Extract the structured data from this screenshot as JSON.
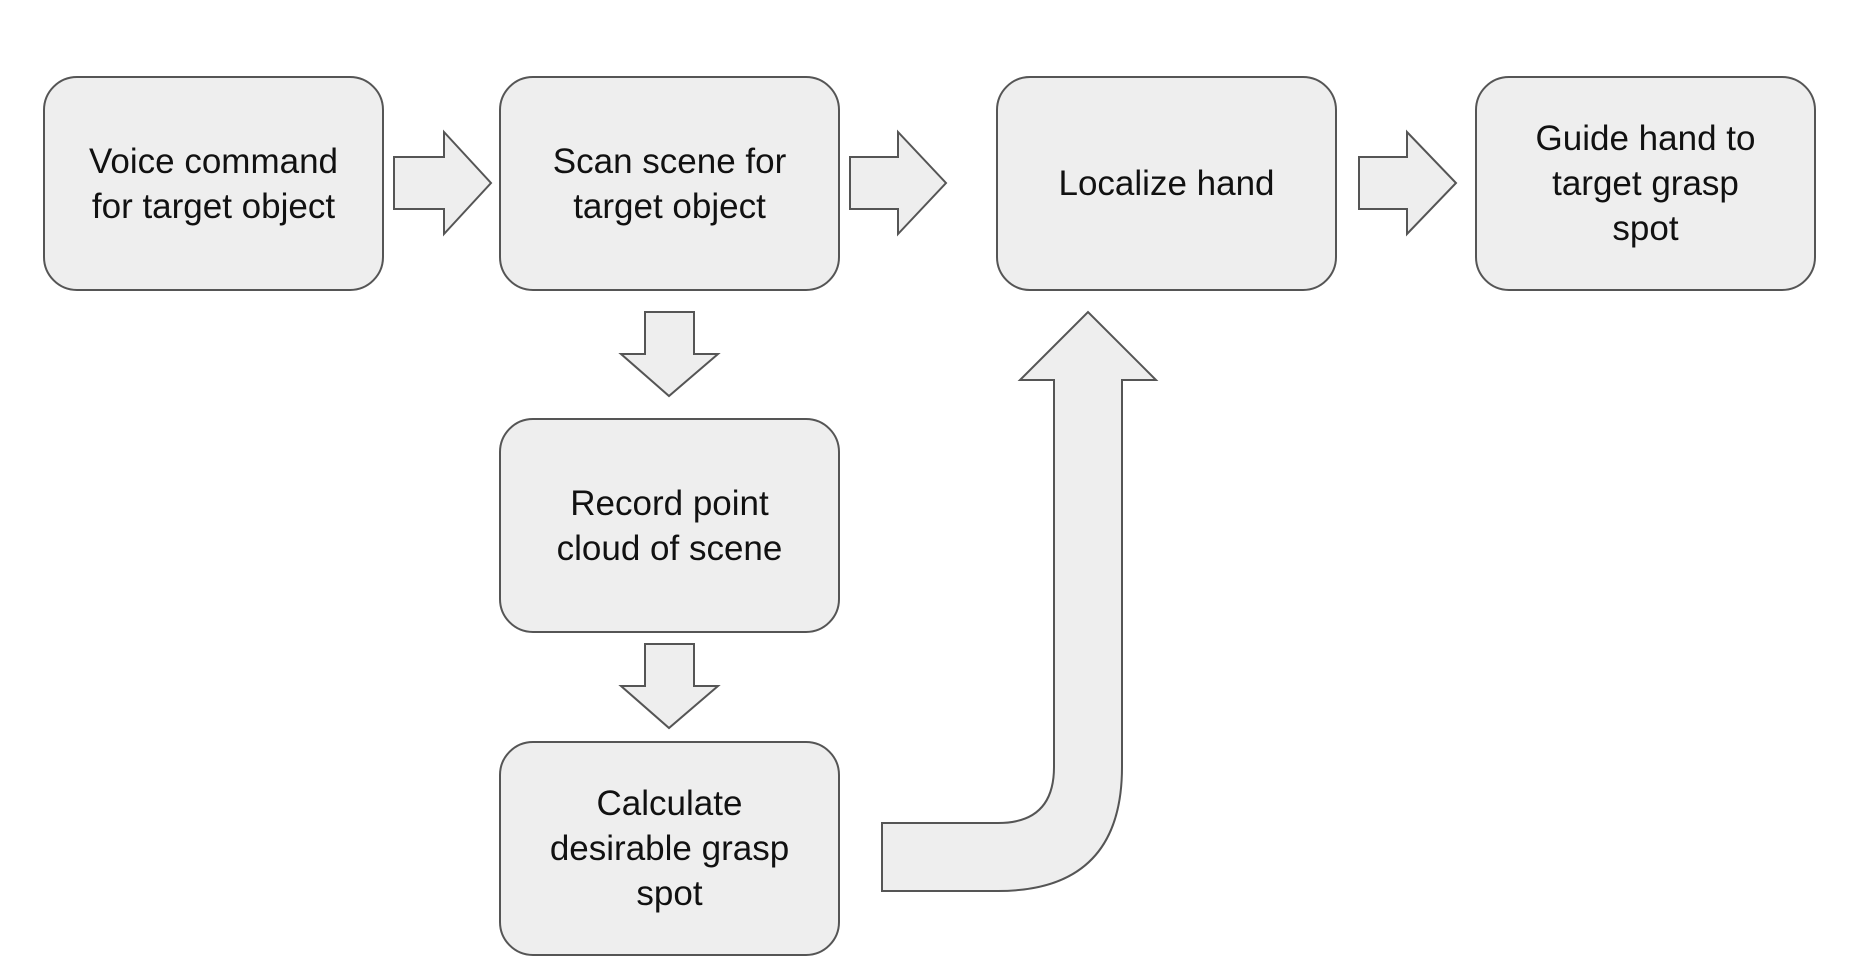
{
  "diagram": {
    "nodes": [
      {
        "id": "voice-command",
        "label": "Voice command\nfor target object"
      },
      {
        "id": "scan-scene",
        "label": "Scan scene for\ntarget object"
      },
      {
        "id": "localize-hand",
        "label": "Localize hand"
      },
      {
        "id": "guide-hand",
        "label": "Guide hand to\ntarget grasp\nspot"
      },
      {
        "id": "record-point-cloud",
        "label": "Record point\ncloud of scene"
      },
      {
        "id": "calculate-grasp",
        "label": "Calculate\ndesirable grasp\nspot"
      }
    ],
    "edges": [
      {
        "from": "voice-command",
        "to": "scan-scene"
      },
      {
        "from": "scan-scene",
        "to": "localize-hand"
      },
      {
        "from": "localize-hand",
        "to": "guide-hand"
      },
      {
        "from": "scan-scene",
        "to": "record-point-cloud"
      },
      {
        "from": "record-point-cloud",
        "to": "calculate-grasp"
      },
      {
        "from": "calculate-grasp",
        "to": "localize-hand"
      }
    ],
    "colors": {
      "box_fill": "#eeeeee",
      "box_stroke": "#555555",
      "text": "#111111"
    }
  }
}
